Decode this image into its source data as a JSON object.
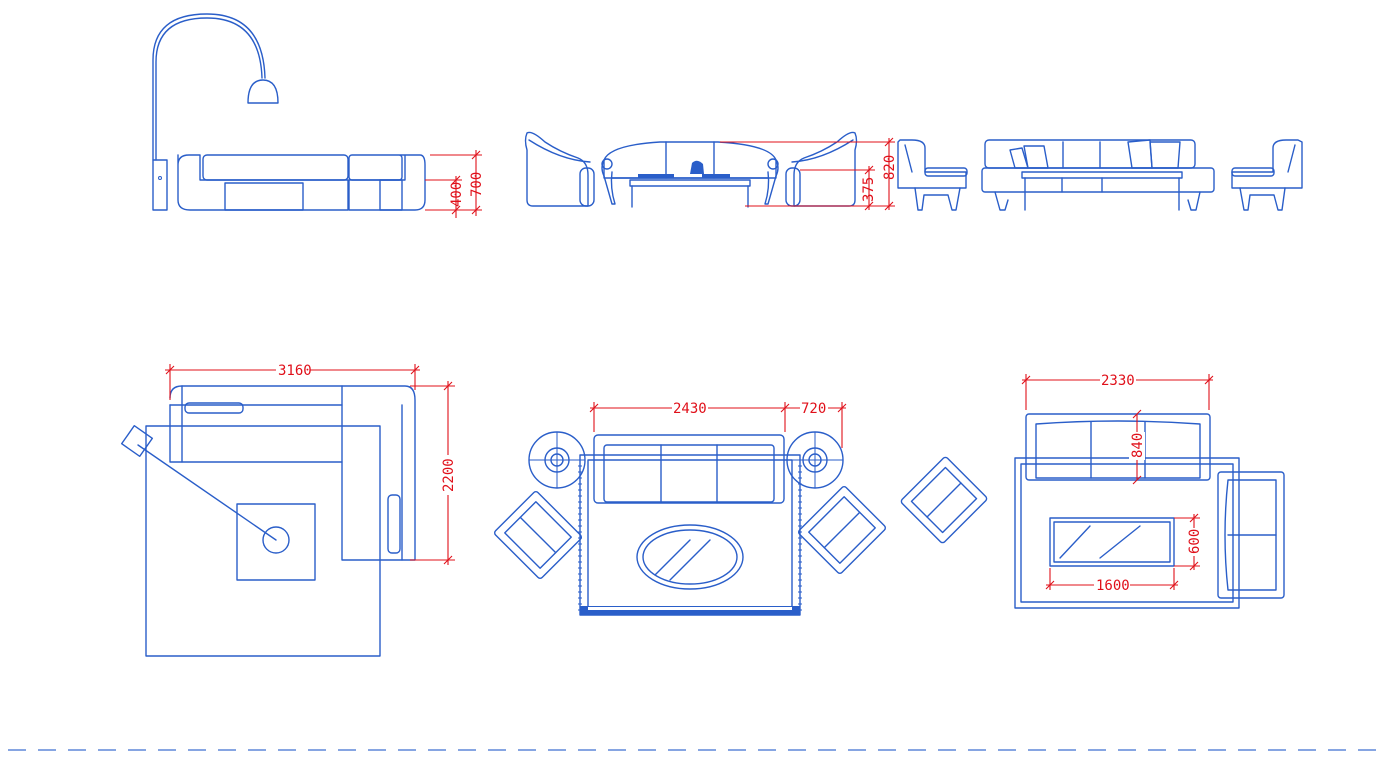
{
  "colors": {
    "furniture_line": "#2a5ec9",
    "dimension_line": "#e0101a",
    "background": "#ffffff"
  },
  "dimensions": {
    "sectional_elevation_seat_height": "400",
    "sectional_elevation_height": "700",
    "classic_sofa_seat_height": "375",
    "classic_sofa_height": "820",
    "sectional_plan_width": "3160",
    "sectional_plan_depth": "2200",
    "classic_sofa_plan_width": "2430",
    "armchair_plan_width": "720",
    "modern_sofa_plan_width": "2330",
    "modern_sofa_plan_depth": "840",
    "coffee_table_width": "1600",
    "coffee_table_depth": "600"
  }
}
